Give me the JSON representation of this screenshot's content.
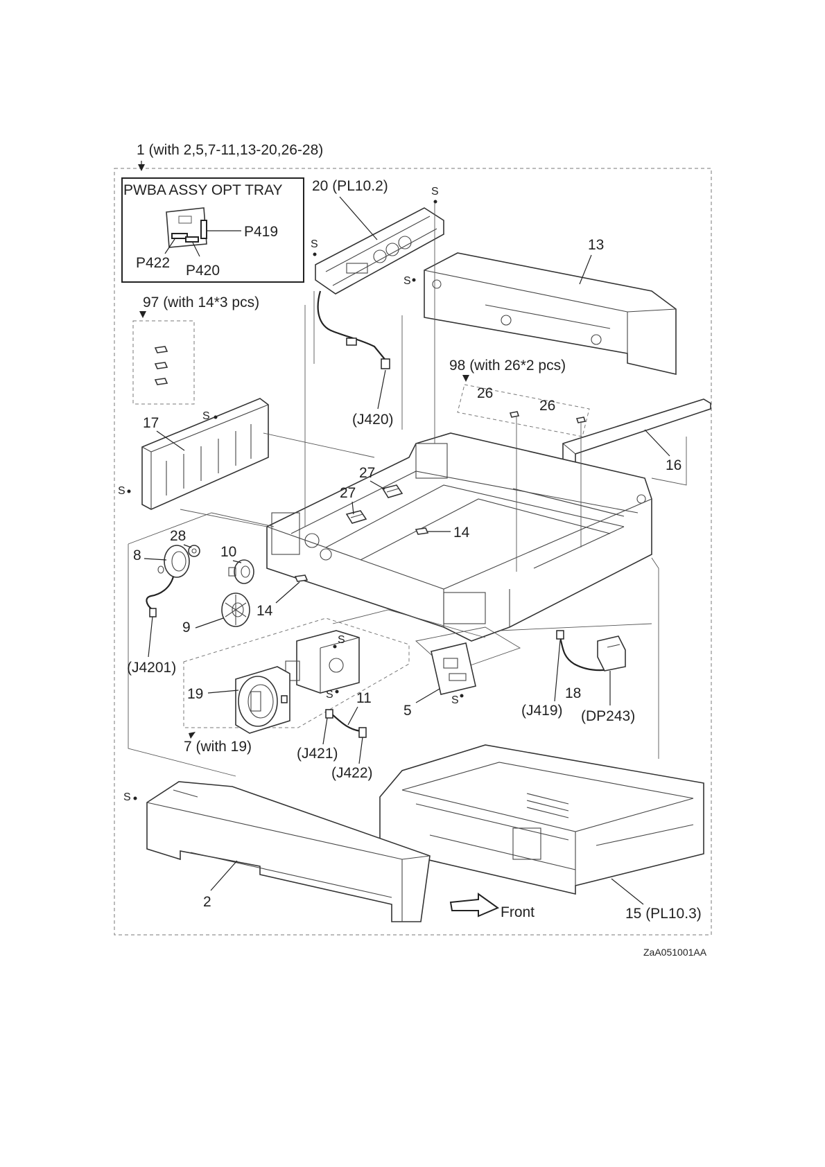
{
  "assembly": {
    "main_label": "1 (with 2,5,7-11,13-20,26-28)",
    "inset_title": "PWBA ASSY OPT TRAY",
    "inset_connectors": [
      "P419",
      "P422",
      "P420"
    ],
    "subgroup_97": "97 (with 14*3 pcs)",
    "subgroup_98": "98 (with 26*2 pcs)",
    "subgroup_7": "7 (with 19)"
  },
  "callouts": {
    "p20": "20 (PL10.2)",
    "p13": "13",
    "p16": "16",
    "p17": "17",
    "p26a": "26",
    "p26b": "26",
    "p27a": "27",
    "p27b": "27",
    "p28": "28",
    "p8": "8",
    "p10": "10",
    "p9": "9",
    "p14a": "14",
    "p14b": "14",
    "p19": "19",
    "p11": "11",
    "p5": "5",
    "p18": "18",
    "p2": "2",
    "p15": "15 (PL10.3)"
  },
  "connectors": {
    "j420": "(J420)",
    "j4201": "(J4201)",
    "j421": "(J421)",
    "j422": "(J422)",
    "j419": "(J419)",
    "dp243": "(DP243)"
  },
  "screw_mark": "S",
  "front_label": "Front",
  "figure_code": "ZaA051001AA"
}
